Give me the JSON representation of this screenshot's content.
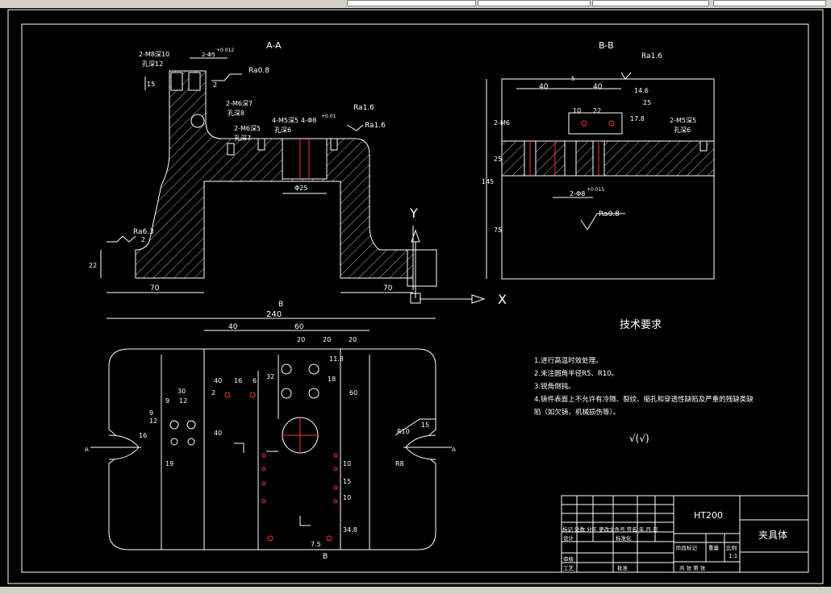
{
  "colors": {
    "background": "#000000",
    "line": "#ffffff",
    "accent_red": "#ff3030",
    "toolbar": "#d4d0c8"
  },
  "sections": {
    "aa": "A-A",
    "bb": "B-B",
    "b_mark_top": "B",
    "b_mark_bottom": "B",
    "a_left": "A",
    "a_right": "A"
  },
  "aa_labels": {
    "m8_top": "2-M8深10",
    "hole12": "孔深12",
    "h15": "15",
    "tol_top": "2-Φ5",
    "tol_top_sup": "+0.012",
    "r2": "2",
    "ra08_top": "Ra0.8",
    "m6_1": "2-M6深7",
    "hole8": "孔深8",
    "m6_2": "2-M6深5",
    "hole7": "孔深7",
    "m5": "4-M5深5",
    "hole6": "孔深6",
    "phi8": "4-Φ8",
    "phi8_sup": "+0.01",
    "ra16": "Ra1.6",
    "ra06": "Ra1.6",
    "phi25": "Φ25",
    "ra63": "Ra6.3",
    "d2": "2",
    "d22": "22",
    "d70_left": "70",
    "d70_right": "70"
  },
  "bb_labels": {
    "ra16_top": "Ra1.6",
    "d5": "5",
    "d40a": "40",
    "d40b": "40",
    "d14_6": "14.6",
    "d25": "25",
    "d10": "10",
    "d22": "22",
    "d17_8": "17.8",
    "m6": "2-M6",
    "m5": "2-M5深5",
    "hole6": "孔深6",
    "d25v": "25",
    "d145": "145",
    "d75": "75",
    "phi8": "2-Φ8",
    "phi8_sup": "+0.015",
    "ra08": "Ra0.8"
  },
  "axis": {
    "y": "Y",
    "x": "X"
  },
  "plan_labels": {
    "d240": "240",
    "d40": "40",
    "d60": "60",
    "d20a": "20",
    "d20b": "20",
    "d20c": "20",
    "d11_8": "11.8",
    "d32": "32",
    "d16": "16",
    "d6": "6",
    "d18": "18",
    "d40v1": "40",
    "d40v2": "40",
    "d60v": "60",
    "d2": "2",
    "d30": "30",
    "d9": "9",
    "d12": "12",
    "d12v": "12",
    "d9v": "9",
    "d16v": "16",
    "d19": "19",
    "d10a": "10",
    "d15": "15",
    "d10b": "10",
    "d34_8": "34.8",
    "d7_5": "7.5",
    "d15r": "15",
    "r10": "R10",
    "r8": "R8"
  },
  "tech": {
    "title": "技术要求",
    "items": [
      "1.进行高温时效处理。",
      "2.未注圆角半径R5、R10。",
      "3.锐角倒钝。",
      "4.铸件表面上不允许有冷隔、裂纹、缩孔和穿透性缺陷及严重的残缺类缺",
      "陷（如欠铸、机械损伤等）。"
    ],
    "roughness": "√(√)"
  },
  "titleblock": {
    "material": "HT200",
    "part_name": "夹具体",
    "scale": "1:1",
    "row1": "标记 处数  分区  更改文件号 签名 年.月.日",
    "design": "设计",
    "standard": "标准化",
    "review": "审核",
    "process": "工艺",
    "approve": "批准",
    "stage": "阶段标记",
    "weight": "重量",
    "ratio": "比例",
    "sheet": "共    张  第    张"
  }
}
